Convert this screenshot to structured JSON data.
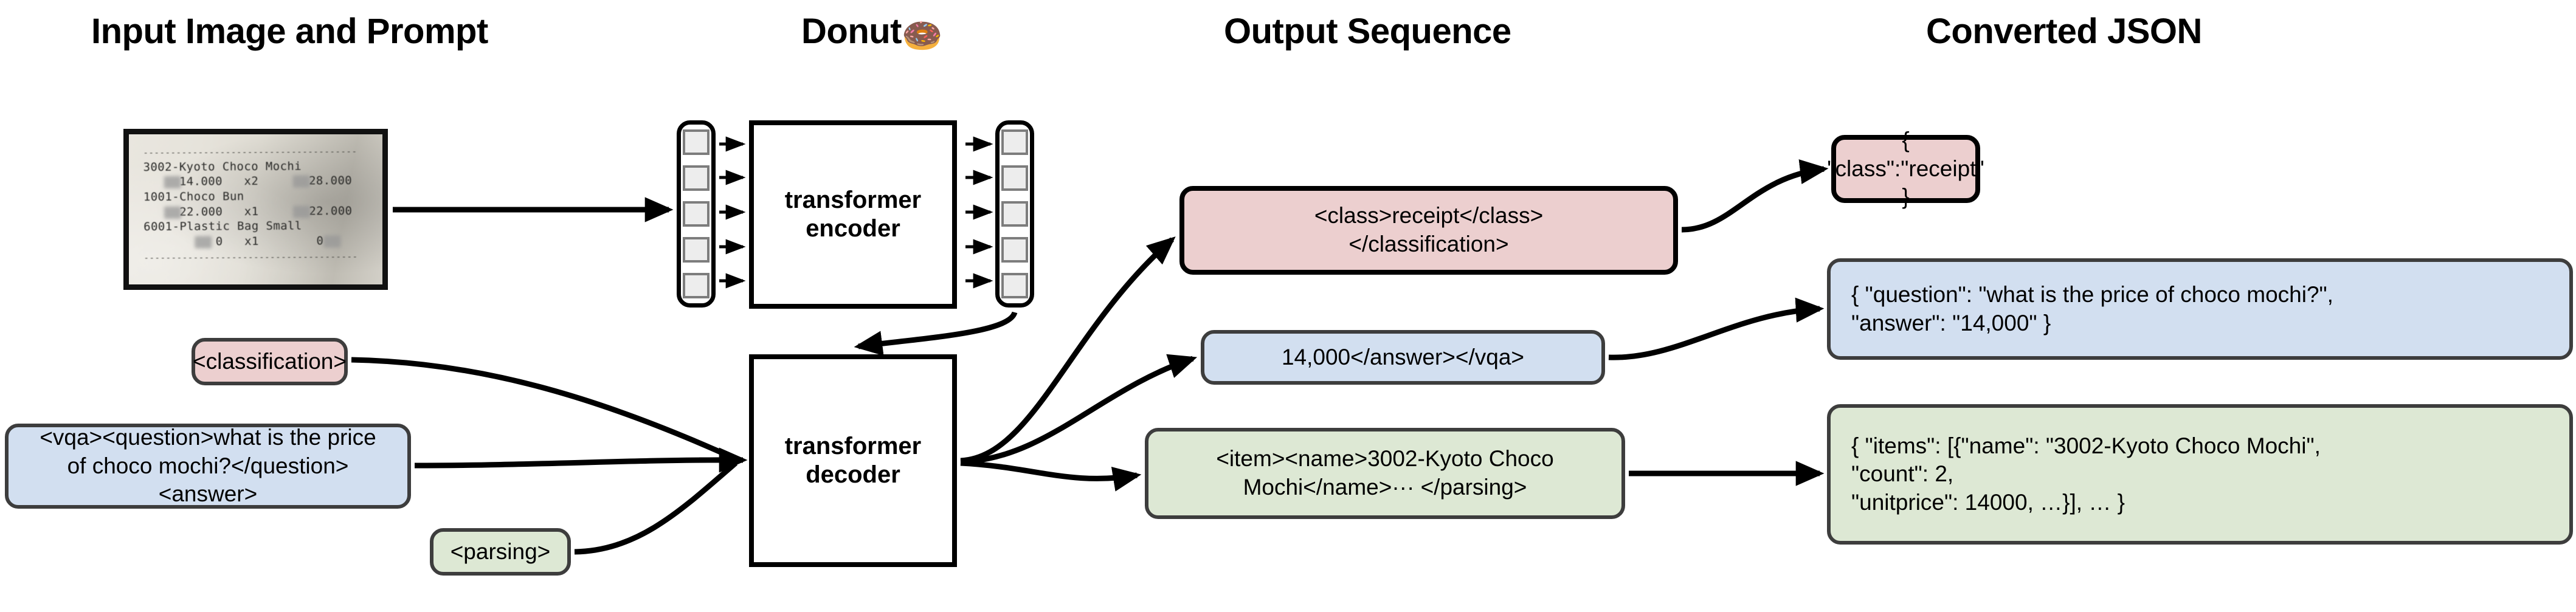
{
  "headers": {
    "input": "Input Image and Prompt",
    "model": "Donut",
    "model_emoji": "🍩",
    "output": "Output Sequence",
    "json": "Converted JSON"
  },
  "receipt": {
    "top_rule": "---------------------------------------",
    "bottom_rule": "---------------------------------------",
    "lines": [
      {
        "name": "3002-Kyoto Choco Mochi",
        "unit_price": "14.000",
        "qty": "x2",
        "amount": "28.000"
      },
      {
        "name": "1001-Choco Bun",
        "unit_price": "22.000",
        "qty": "x1",
        "amount": "22.000"
      },
      {
        "name": "6001-Plastic Bag Small",
        "unit_price": "0",
        "qty": "x1",
        "amount": "0"
      }
    ]
  },
  "encoder": {
    "label": "transformer\nencoder",
    "input_tokens": [
      "",
      "",
      "",
      "",
      ""
    ],
    "output_tokens": [
      "",
      "",
      "",
      "",
      ""
    ]
  },
  "decoder": {
    "label": "transformer\ndecoder"
  },
  "prompts": [
    {
      "id": "classification",
      "text": "<classification>",
      "color": "pink"
    },
    {
      "id": "vqa",
      "text": "<vqa><question>what is the price\nof choco mochi?</question><answer>",
      "color": "blue"
    },
    {
      "id": "parsing",
      "text": "<parsing>",
      "color": "green"
    }
  ],
  "output_sequences": [
    {
      "id": "classification-out",
      "text": "<class>receipt</class>\n</classification>",
      "color": "pink"
    },
    {
      "id": "vqa-out",
      "text": "14,000</answer></vqa>",
      "color": "blue"
    },
    {
      "id": "parsing-out",
      "text": "<item><name>3002-Kyoto Choco\nMochi</name>··· </parsing>",
      "color": "green"
    }
  ],
  "converted_json": [
    {
      "id": "classification-json",
      "text": "{ \"class\":\"receipt\" }",
      "color": "pink"
    },
    {
      "id": "vqa-json",
      "text": "{ \"question\": \"what is the price of choco mochi?\",\n   \"answer\": \"14,000\" }",
      "color": "blue"
    },
    {
      "id": "parsing-json",
      "text": "{ \"items\": [{\"name\": \"3002-Kyoto Choco Mochi\",\n     \"count\": 2,\n     \"unitprice\": 14000, …}], … }",
      "color": "green"
    }
  ],
  "colors": {
    "pink": "#eccfcf",
    "blue": "#d2dff0",
    "green": "#dde8d4",
    "stroke": "#000000",
    "box_stroke": "#3d3d3d",
    "token_fill": "#ededed",
    "token_stroke": "#7d7d7d"
  }
}
